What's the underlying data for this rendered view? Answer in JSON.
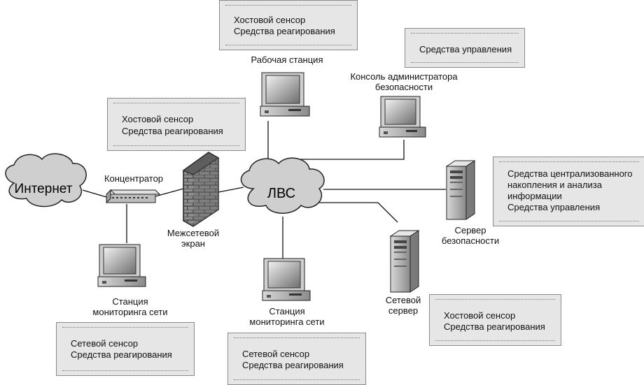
{
  "clouds": {
    "internet": "Интернет",
    "lan": "ЛВС"
  },
  "devices": {
    "hub": "Концентратор",
    "firewall": "Межсетевой\nэкран",
    "workstation": "Рабочая станция",
    "admin_console": "Консоль администратора\nбезопасности",
    "security_server": "Сервер\nбезопасности",
    "network_server": "Сетевой\nсервер",
    "monitor_left": "Станция\nмониторинга сети",
    "monitor_center": "Станция\nмониторинга сети"
  },
  "notes": {
    "workstation": [
      "Хостовой сенсор",
      "Средства реагирования"
    ],
    "admin_console": [
      "Средства управления"
    ],
    "firewall": [
      "Хостовой сенсор",
      "Средства реагирования"
    ],
    "security_server": [
      "Средства централизованного",
      "накопления и анализа",
      "информации",
      "Средства управления"
    ],
    "network_server": [
      "Хостовой сенсор",
      "Средства реагирования"
    ],
    "monitor_left": [
      "Сетевой сенсор",
      "Средства реагирования"
    ],
    "monitor_center": [
      "Сетевой сенсор",
      "Средства реагирования"
    ]
  },
  "colors": {
    "cloud": "#cfcfcf",
    "note_bg": "#e6e6e6",
    "line": "#111111"
  }
}
